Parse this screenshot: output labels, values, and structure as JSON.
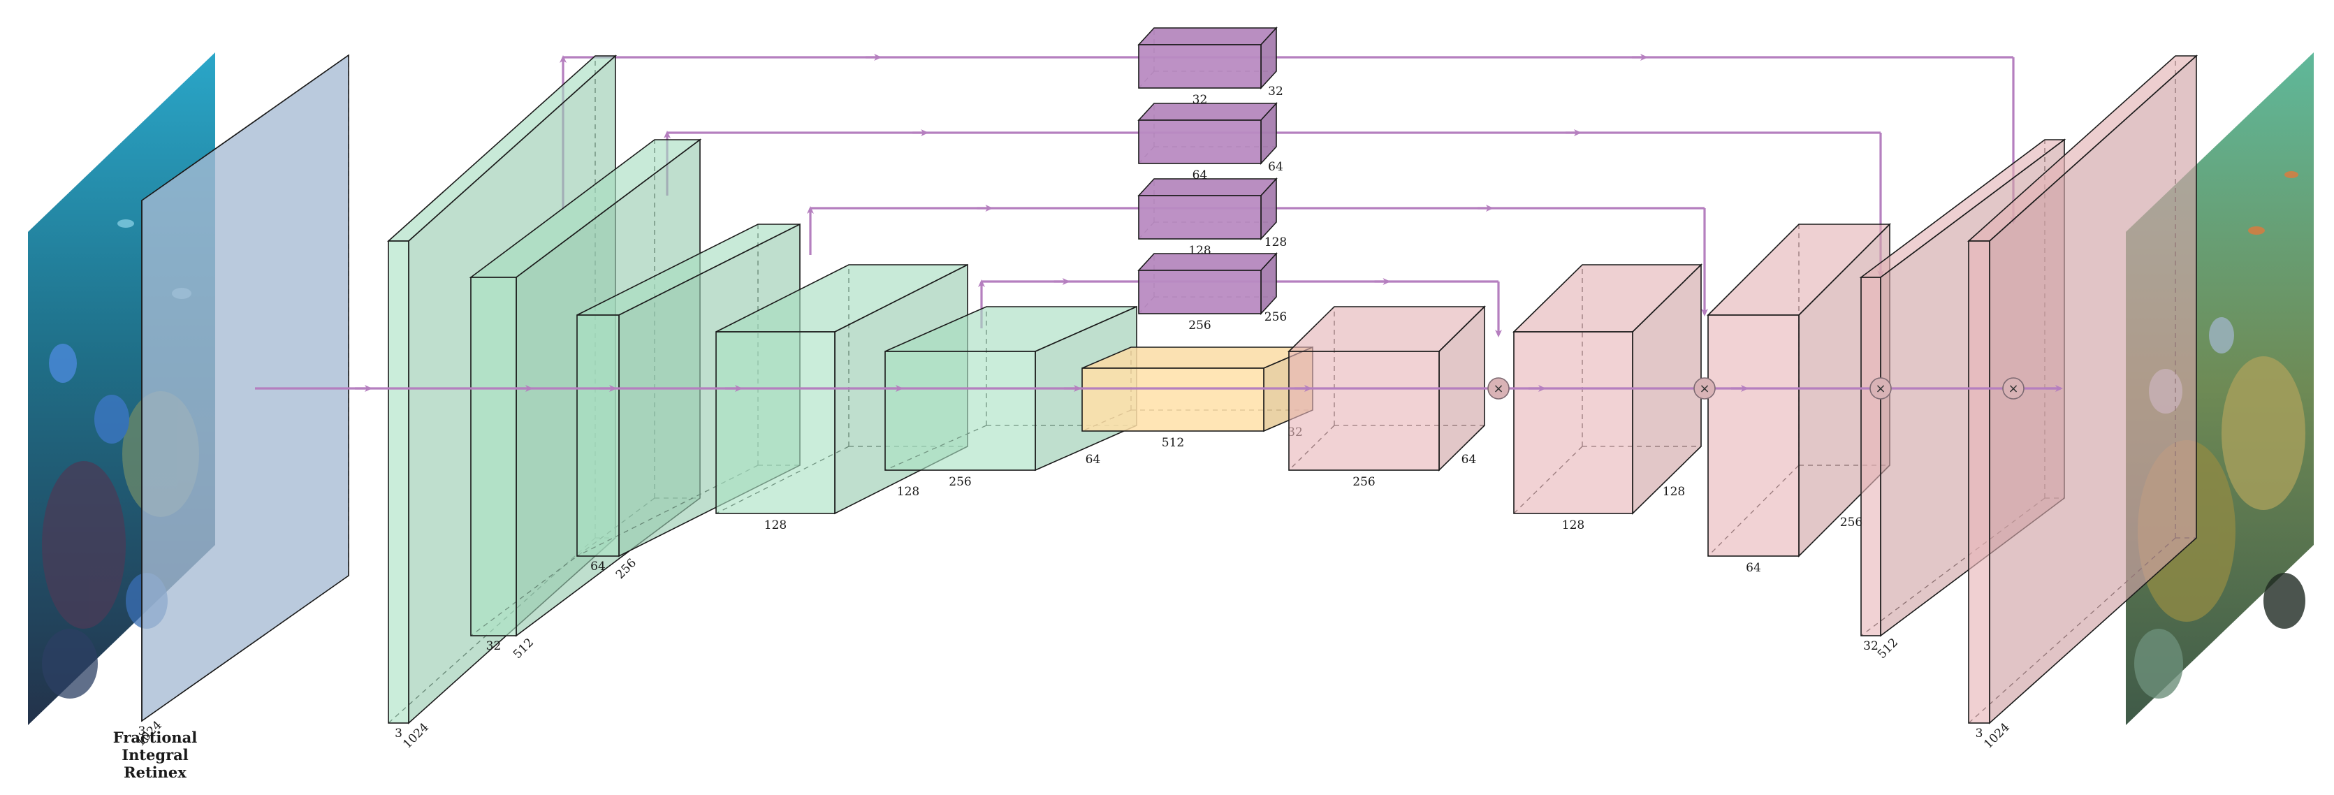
{
  "colors": {
    "input_layer": "#b9d0ea",
    "encoder": "#a9e2c4",
    "bottleneck": "#ffe0a8",
    "decoder": "#e8b7ba",
    "attention": "#b98bc2",
    "flow": "#b57fbf"
  },
  "caption_lines": [
    "Fractional",
    "Integral",
    "Retinex"
  ],
  "input_image": {
    "icon": "underwater-input-image-icon"
  },
  "output_image": {
    "icon": "underwater-enhanced-output-image-icon"
  },
  "stages": [
    {
      "group": "input",
      "labels": [
        "3",
        "1024"
      ]
    },
    {
      "group": "encoder",
      "labels": [
        "3",
        "1024"
      ]
    },
    {
      "group": "encoder",
      "labels": [
        "32",
        "512"
      ]
    },
    {
      "group": "encoder",
      "labels": [
        "64",
        "256"
      ]
    },
    {
      "group": "encoder",
      "labels": [
        "128",
        "128"
      ]
    },
    {
      "group": "encoder",
      "labels": [
        "256",
        "64"
      ]
    },
    {
      "group": "bottleneck",
      "labels": [
        "512",
        "32"
      ]
    },
    {
      "group": "decoder",
      "labels": [
        "256",
        "64"
      ]
    },
    {
      "group": "decoder",
      "labels": [
        "128",
        "128"
      ]
    },
    {
      "group": "decoder",
      "labels": [
        "64",
        "256"
      ]
    },
    {
      "group": "decoder",
      "labels": [
        "32",
        "512"
      ]
    },
    {
      "group": "decoder",
      "labels": [
        "3",
        "1024"
      ]
    }
  ],
  "attention_blocks": [
    {
      "labels": [
        "32",
        "32"
      ]
    },
    {
      "labels": [
        "64",
        "64"
      ]
    },
    {
      "labels": [
        "128",
        "128"
      ]
    },
    {
      "labels": [
        "256",
        "256"
      ]
    }
  ],
  "merge_symbol": "×"
}
